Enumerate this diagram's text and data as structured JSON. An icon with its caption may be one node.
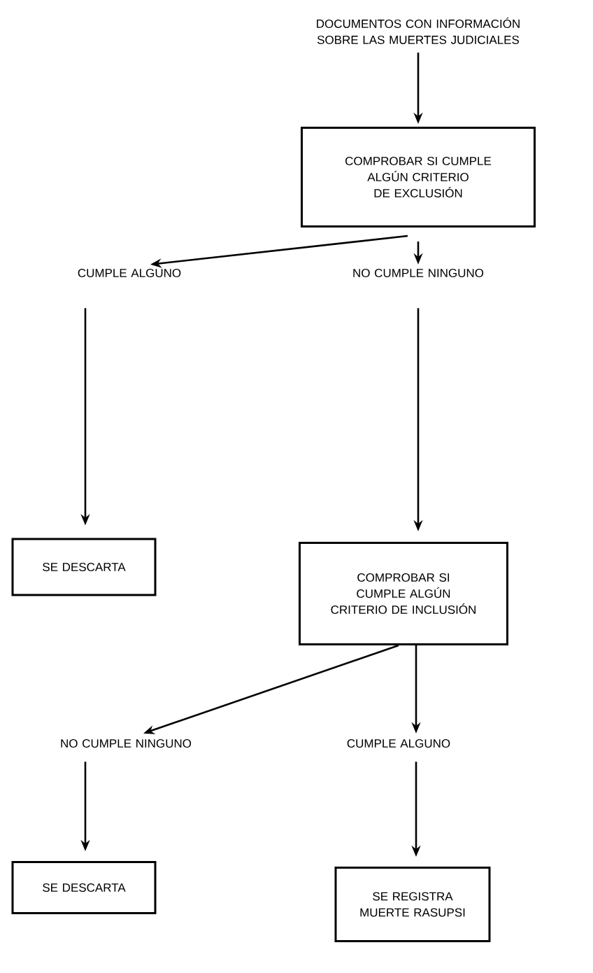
{
  "diagram": {
    "nodes": [
      {
        "text": [
          "DOCUMENTOS CON INFORMACIÓN SOBRE LAS MUERTES JUDICIALES"
        ]
      },
      {
        "text": [
          "COMPROBAR SI CUMPLE ALGÚN CRITERIO DE EXCLUSIÓN"
        ]
      },
      {
        "text": [
          "CUMPLE ALGUNO"
        ]
      },
      {
        "text": [
          "NO CUMPLE NINGUNO"
        ]
      },
      {
        "text": [
          "SE DESCARTA"
        ]
      },
      {
        "text": [
          "COMPROBAR SI CUMPLE ALGÚN CRITERIO DE INCLUSIÓN"
        ]
      },
      {
        "text": [
          "NO CUMPLE NINGUNO"
        ]
      },
      {
        "text": [
          "CUMPLE ALGUNO"
        ]
      },
      {
        "text": [
          "SE DESCARTA"
        ]
      },
      {
        "text": [
          "SE REGISTRA MUERTE RASUPSI"
        ]
      }
    ],
    "edges": [
      {
        "from": 0,
        "to": 1,
        "arrow": "to"
      },
      {
        "from": 1,
        "to": 2,
        "arrow": "to"
      },
      {
        "from": 1,
        "to": 3,
        "arrow": "to"
      },
      {
        "from": 2,
        "to": 4,
        "arrow": "to"
      },
      {
        "from": 3,
        "to": 5,
        "arrow": "to"
      },
      {
        "from": 5,
        "to": 6,
        "arrow": "to"
      },
      {
        "from": 5,
        "to": 7,
        "arrow": "to"
      },
      {
        "from": 6,
        "to": 8,
        "arrow": "to"
      },
      {
        "from": 7,
        "to": 9,
        "arrow": "to"
      }
    ]
  }
}
